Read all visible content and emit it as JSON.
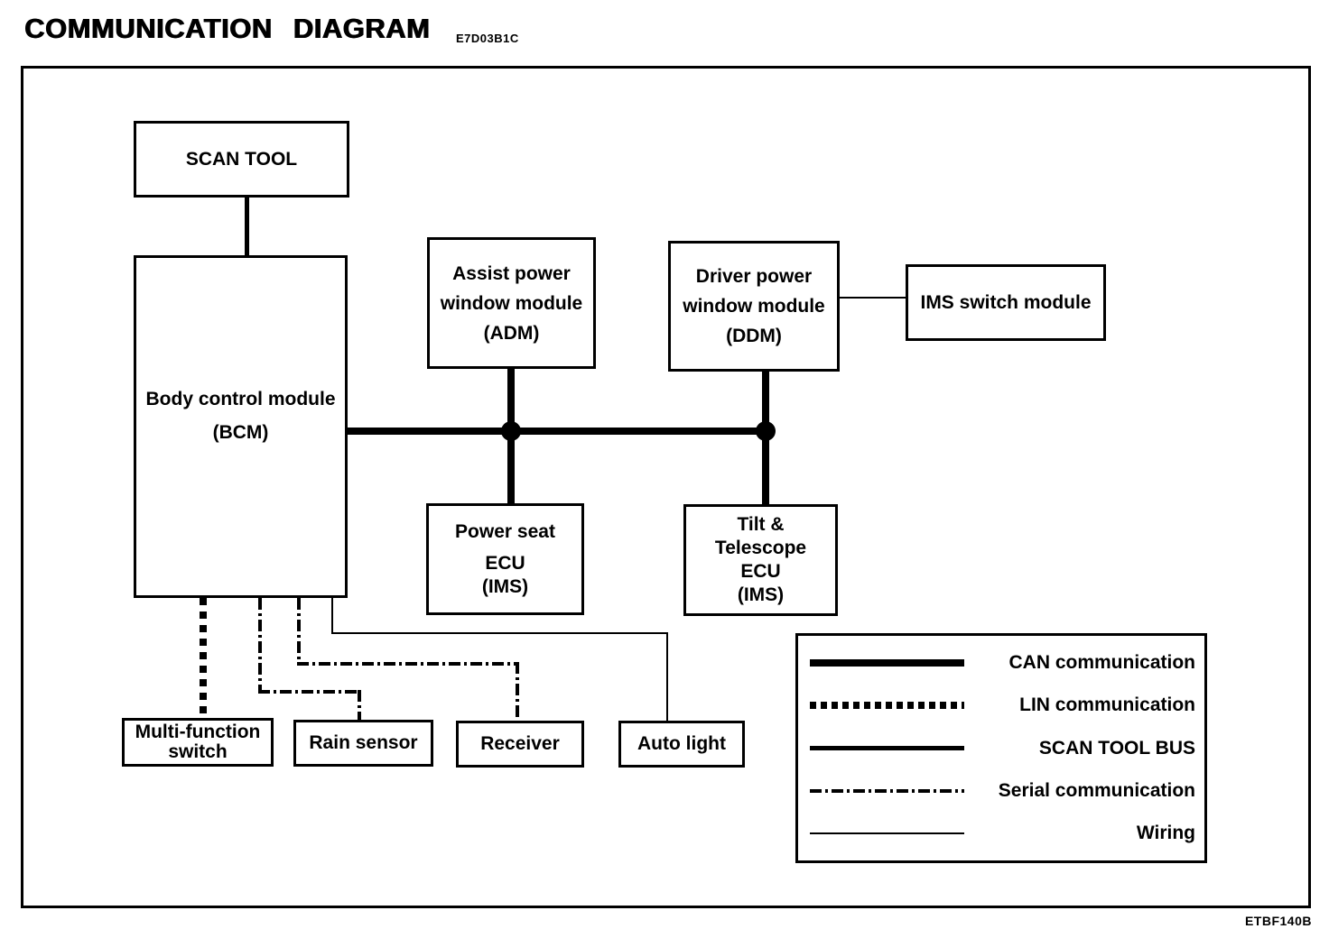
{
  "header": {
    "title": "COMMUNICATION DIAGRAM",
    "code": "E7D03B1C"
  },
  "footer": {
    "code": "ETBF140B"
  },
  "boxes": {
    "scan_tool": {
      "label": "SCAN TOOL"
    },
    "bcm": {
      "lines": [
        "Body control module",
        "(BCM)"
      ]
    },
    "adm": {
      "lines": [
        "Assist power",
        "window module",
        "(ADM)"
      ]
    },
    "ddm": {
      "lines": [
        "Driver power",
        "window module",
        "(DDM)"
      ]
    },
    "ims_switch": {
      "label": "IMS switch module"
    },
    "power_seat": {
      "lines": [
        "Power seat",
        "ECU",
        "(IMS)"
      ]
    },
    "tilt_telescope": {
      "lines": [
        "Tilt &",
        "Telescope",
        "ECU",
        "(IMS)"
      ]
    },
    "multi_function": {
      "lines": [
        "Multi-function",
        "switch"
      ]
    },
    "rain_sensor": {
      "label": "Rain sensor"
    },
    "receiver": {
      "label": "Receiver"
    },
    "auto_light": {
      "label": "Auto light"
    }
  },
  "legend": {
    "items": [
      {
        "label": "CAN communication",
        "style": "can"
      },
      {
        "label": "LIN communication",
        "style": "lin"
      },
      {
        "label": "SCAN TOOL BUS",
        "style": "scan-tool-bus"
      },
      {
        "label": "Serial communication",
        "style": "serial"
      },
      {
        "label": "Wiring",
        "style": "wiring"
      }
    ]
  },
  "connections": [
    {
      "from": "SCAN TOOL",
      "to": "BCM",
      "type": "SCAN TOOL BUS"
    },
    {
      "from": "BCM",
      "to": "ADM / DDM / Power seat ECU / Tilt & Telescope ECU",
      "type": "CAN communication"
    },
    {
      "from": "DDM",
      "to": "IMS switch module",
      "type": "Wiring"
    },
    {
      "from": "BCM",
      "to": "Multi-function switch",
      "type": "LIN communication"
    },
    {
      "from": "BCM",
      "to": "Rain sensor",
      "type": "Serial communication"
    },
    {
      "from": "BCM",
      "to": "Receiver",
      "type": "Serial communication"
    },
    {
      "from": "BCM",
      "to": "Auto light",
      "type": "Wiring"
    }
  ],
  "colors": {
    "ink": "#000000",
    "paper": "#ffffff"
  }
}
